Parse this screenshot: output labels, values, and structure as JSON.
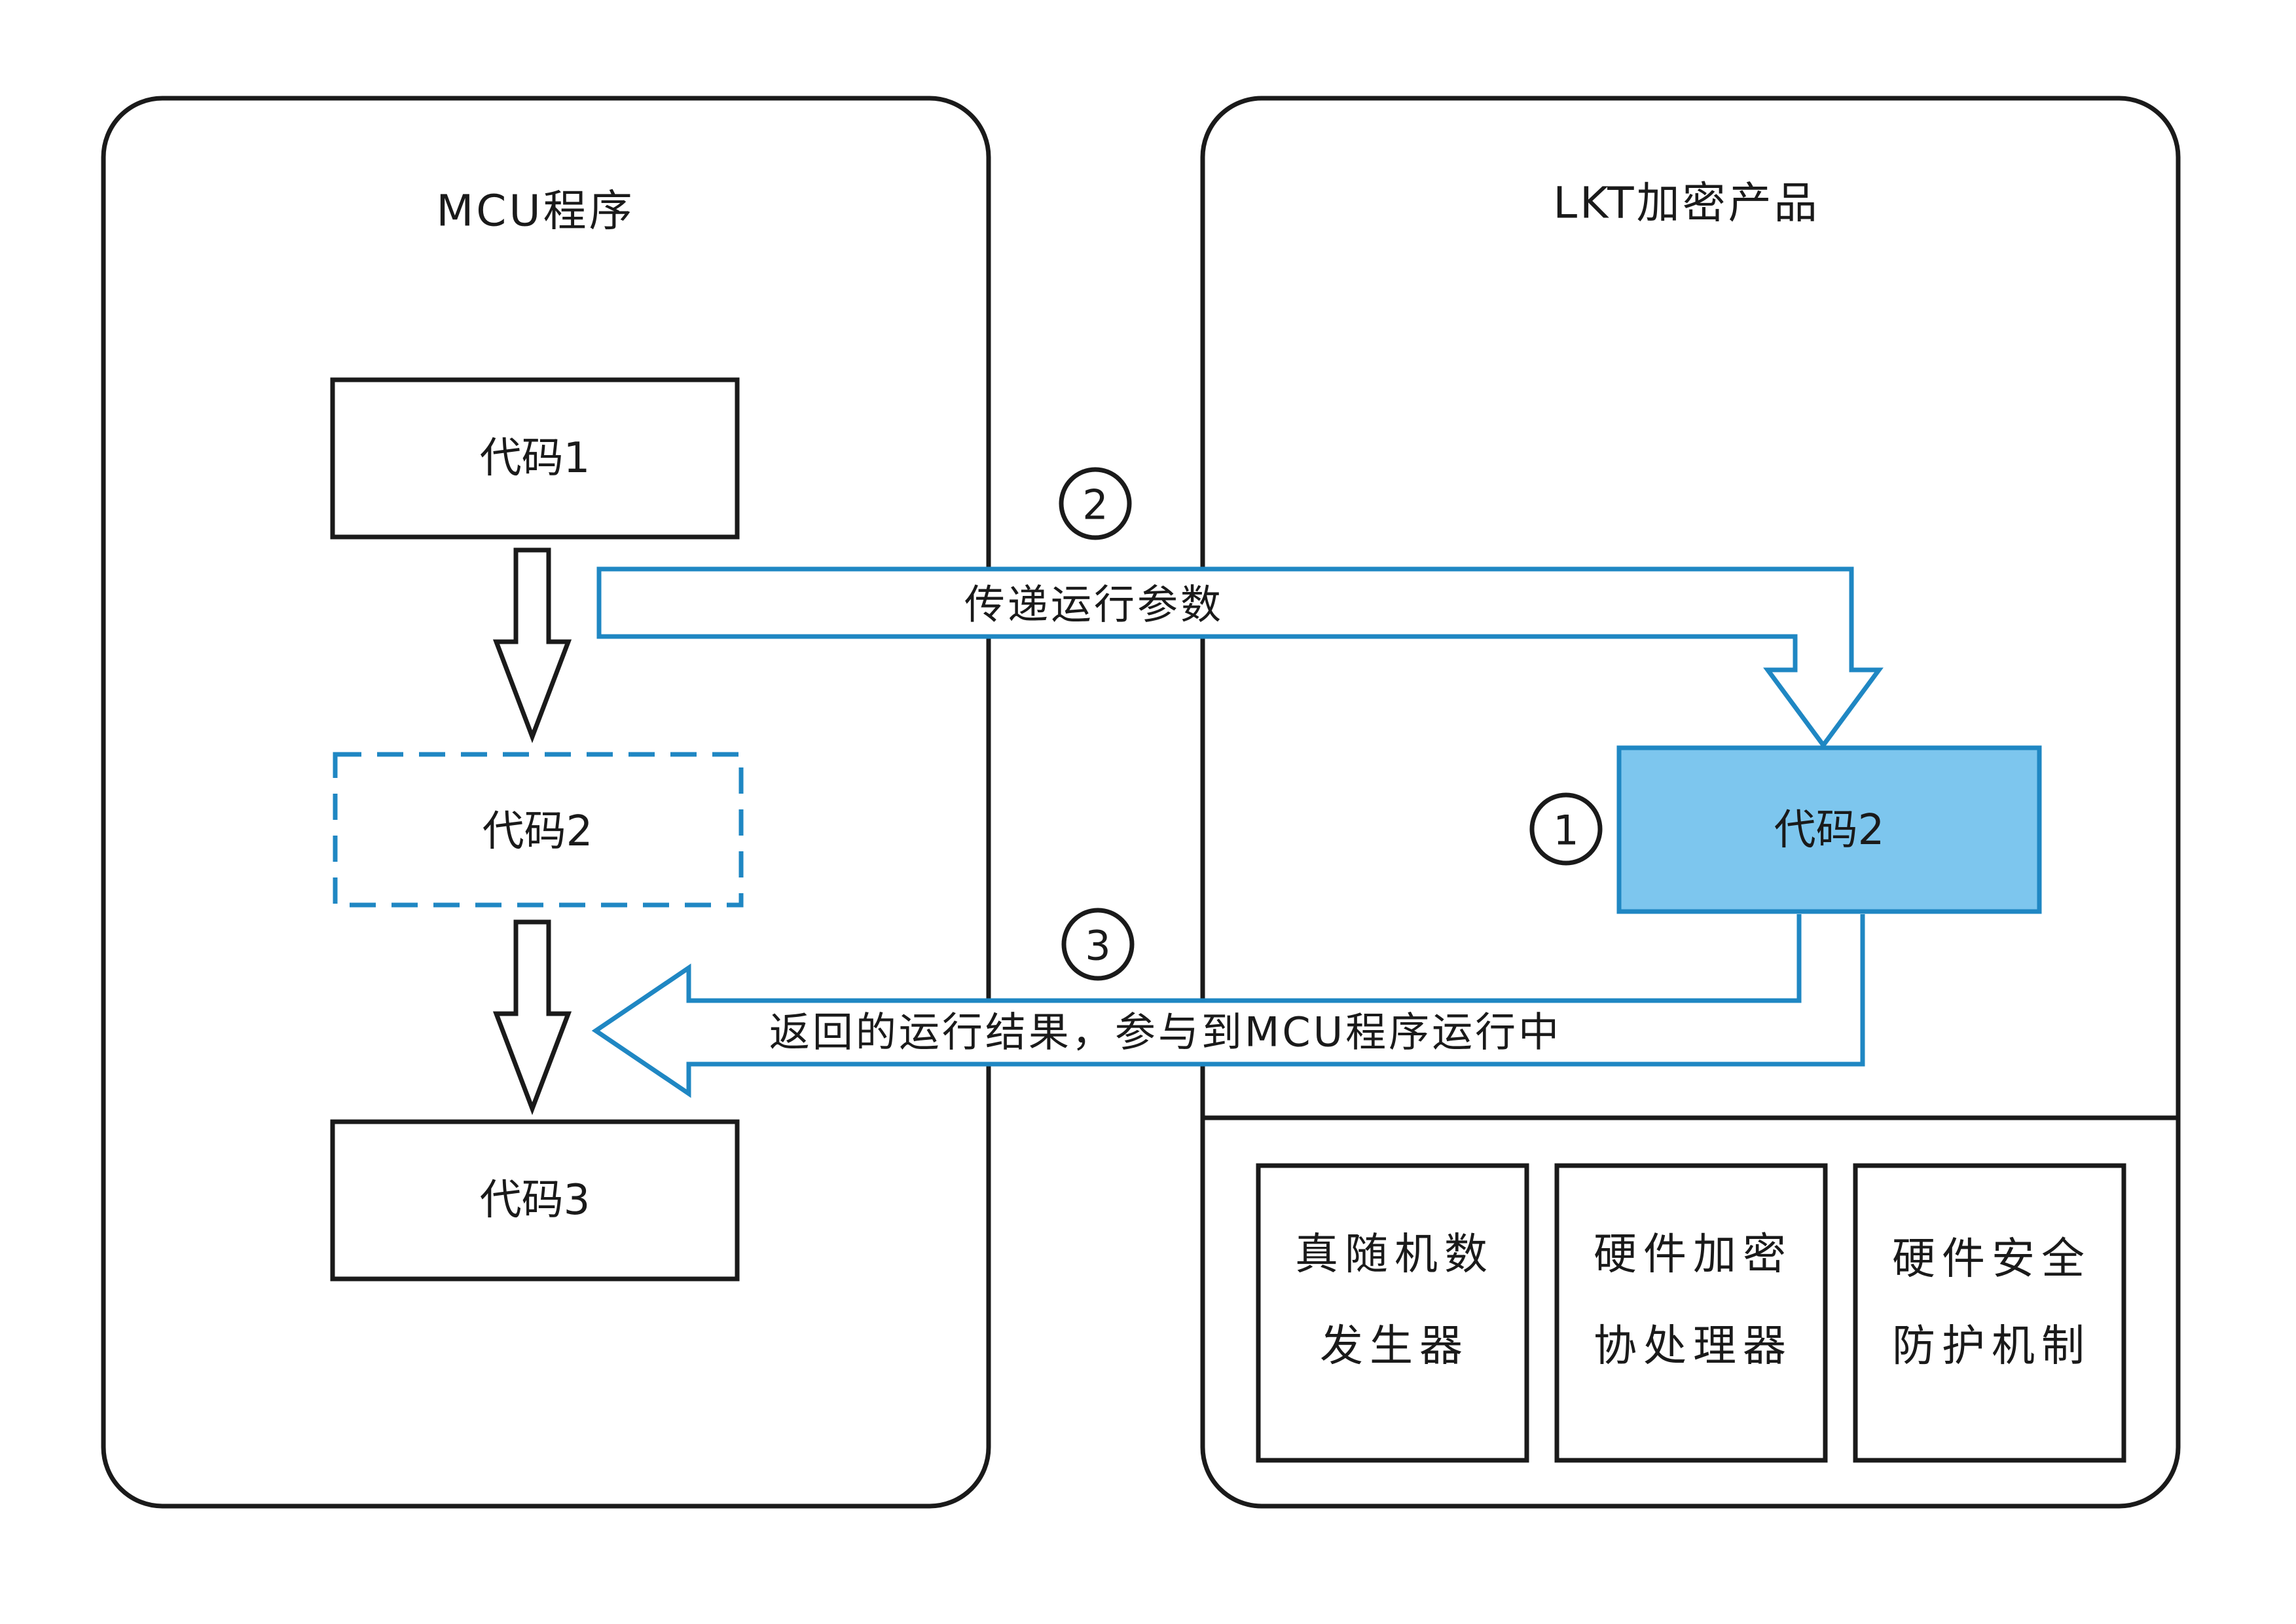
{
  "mcu_panel": {
    "title": "MCU程序",
    "code1": "代码1",
    "code2_placeholder": "代码2",
    "code3": "代码3"
  },
  "lkt_panel": {
    "title": "LKT加密产品",
    "code2": "代码2",
    "modules": [
      {
        "line1": "真随机数",
        "line2": "发生器"
      },
      {
        "line1": "硬件加密",
        "line2": "协处理器"
      },
      {
        "line1": "硬件安全",
        "line2": "防护机制"
      }
    ]
  },
  "flows": {
    "pass_params": "传递运行参数",
    "return_result": "返回的运行结果，参与到MCU程序运行中"
  },
  "step_markers": [
    "1",
    "2",
    "3"
  ],
  "colors": {
    "accent_blue": "#1f87c3",
    "fill_blue": "#7dc6ee",
    "line": "#1a1a1a"
  }
}
